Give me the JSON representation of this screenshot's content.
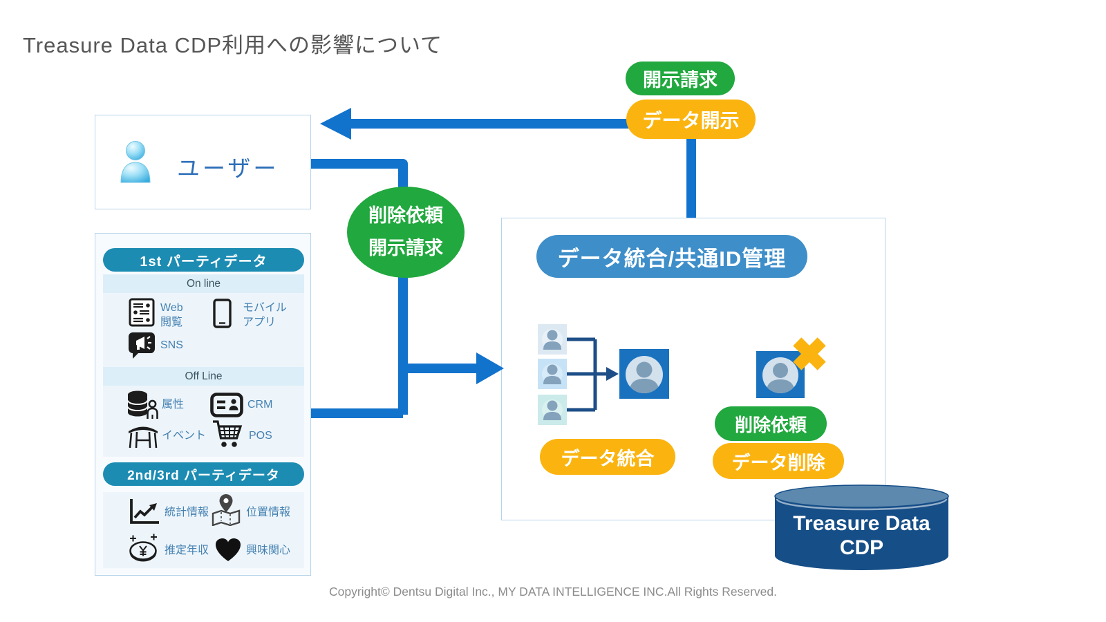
{
  "title": "Treasure Data CDP利用への影響について",
  "flow": {
    "disclosure_request_pill": "開示請求",
    "data_disclosure_pill": "データ開示",
    "user_label": "ユーザー",
    "request_circle": {
      "line1": "削除依頼",
      "line2": "開示請求"
    }
  },
  "left_panel": {
    "first_party_header": "1st パーティデータ",
    "online_band": "On line",
    "online_items": [
      {
        "icon": "web-page-icon",
        "label": "Web\n閲覧"
      },
      {
        "icon": "smartphone-icon",
        "label": "モバイル\nアプリ"
      },
      {
        "icon": "megaphone-icon",
        "label": "SNS"
      }
    ],
    "offline_band": "Off Line",
    "offline_items": [
      {
        "icon": "database-person-icon",
        "label": "属性"
      },
      {
        "icon": "id-card-icon",
        "label": "CRM"
      },
      {
        "icon": "tent-icon",
        "label": "イベント"
      },
      {
        "icon": "shopping-cart-icon",
        "label": "POS"
      }
    ],
    "second_third_party_header": "2nd/3rd パーティデータ",
    "second_third_items": [
      {
        "icon": "line-chart-icon",
        "label": "統計情報"
      },
      {
        "icon": "map-pin-icon",
        "label": "位置情報"
      },
      {
        "icon": "coin-icon",
        "label": "推定年収"
      },
      {
        "icon": "heart-icon",
        "label": "興味関心"
      }
    ]
  },
  "integration_box": {
    "header": "データ統合/共通ID管理",
    "data_integration_pill": "データ統合",
    "delete_request_pill": "削除依頼",
    "data_delete_pill": "データ削除"
  },
  "cylinder": {
    "line1": "Treasure Data",
    "line2": "CDP"
  },
  "copyright": "Copyright© Dentsu Digital Inc., MY DATA INTELLIGENCE INC.All Rights Reserved.",
  "colors": {
    "arrow_blue": "#1273cd",
    "green": "#21a83e",
    "yellow": "#fbb40f",
    "header_blue": "#3e8ec9",
    "teal": "#1c8cb3",
    "connector_navy": "#1d4e87",
    "cylinder_body": "#164e87",
    "cylinder_top": "#5d89af"
  }
}
